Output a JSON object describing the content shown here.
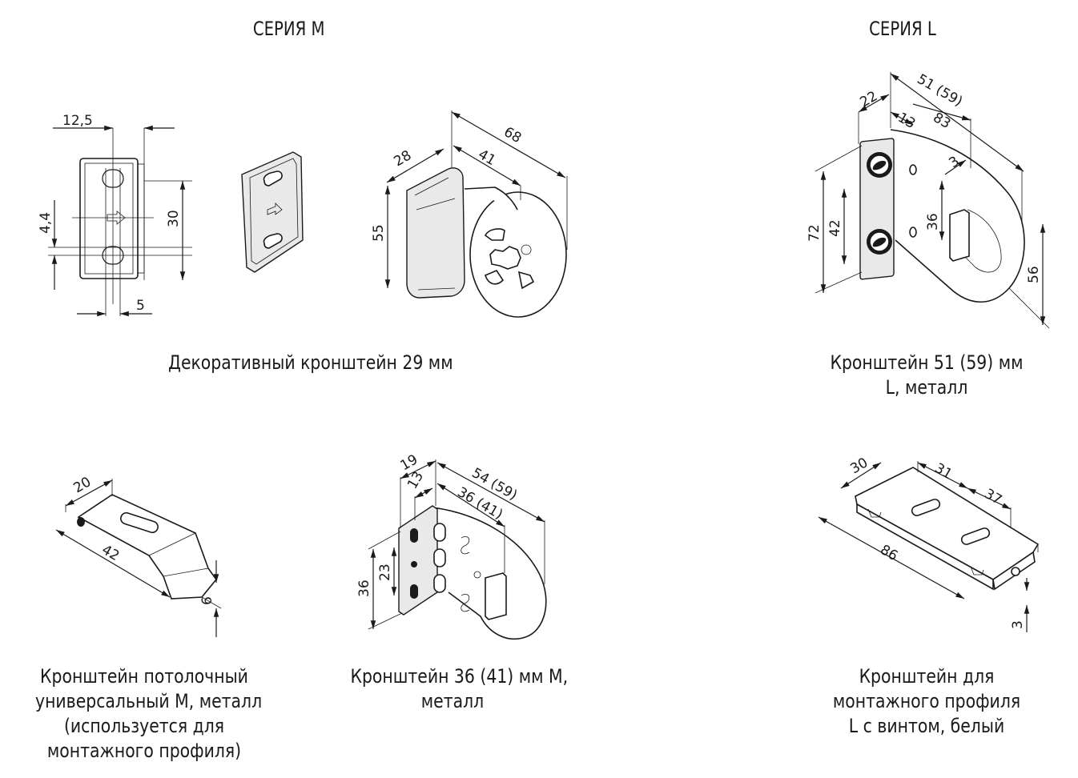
{
  "headers": {
    "series_m": "СЕРИЯ М",
    "series_l": "СЕРИЯ L"
  },
  "captions": {
    "decorative": [
      "Декоративный кронштейн 29 мм"
    ],
    "bracket_51": [
      "Кронштейн 51 (59) мм",
      "L, металл"
    ],
    "ceiling": [
      "Кронштейн потолочный",
      "универсальный М, металл",
      "(используется для",
      "монтажного профиля)"
    ],
    "bracket_36": [
      "Кронштейн 36 (41) мм М,",
      "металл"
    ],
    "profile": [
      "Кронштейн для",
      "монтажного профиля",
      "L с винтом, белый"
    ]
  },
  "dimensions": {
    "decorative": {
      "d12_5": "12,5",
      "d4_4": "4,4",
      "d30": "30",
      "d5": "5",
      "d28": "28",
      "d41": "41",
      "d68": "68",
      "d55": "55"
    },
    "bracket_51": {
      "d22": "22",
      "d51": "51 (59)",
      "d13": "13",
      "d83": "83",
      "d3": "3",
      "d72": "72",
      "d42": "42",
      "d36": "36",
      "d56": "56"
    },
    "ceiling": {
      "d20": "20",
      "d42": "42",
      "d6": "6"
    },
    "bracket_36": {
      "d19": "19",
      "d13": "13",
      "d54": "54 (59)",
      "d36_41": "36 (41)",
      "d36": "36",
      "d23": "23"
    },
    "profile": {
      "d30": "30",
      "d31": "31",
      "d37": "37",
      "d86": "86",
      "d3": "3"
    }
  }
}
